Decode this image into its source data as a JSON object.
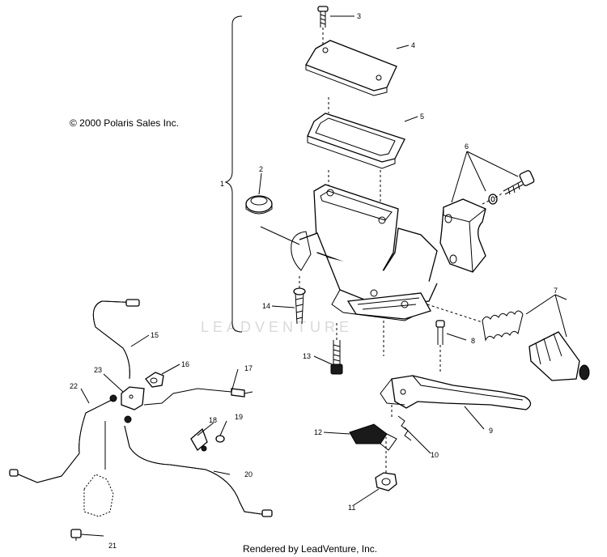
{
  "copyright": "© 2000 Polaris Sales Inc.",
  "credit": "Rendered by LeadVenture, Inc.",
  "watermark": "LEADVENTURE",
  "callouts": {
    "c1": "1",
    "c2": "2",
    "c3": "3",
    "c4": "4",
    "c5": "5",
    "c6": "6",
    "c7": "7",
    "c8": "8",
    "c9": "9",
    "c10": "10",
    "c11": "11",
    "c12": "12",
    "c13": "13",
    "c14": "14",
    "c15": "15",
    "c16": "16",
    "c17": "17",
    "c18": "18",
    "c19": "19",
    "c20": "20",
    "c21": "21",
    "c22": "22",
    "c23": "23"
  }
}
